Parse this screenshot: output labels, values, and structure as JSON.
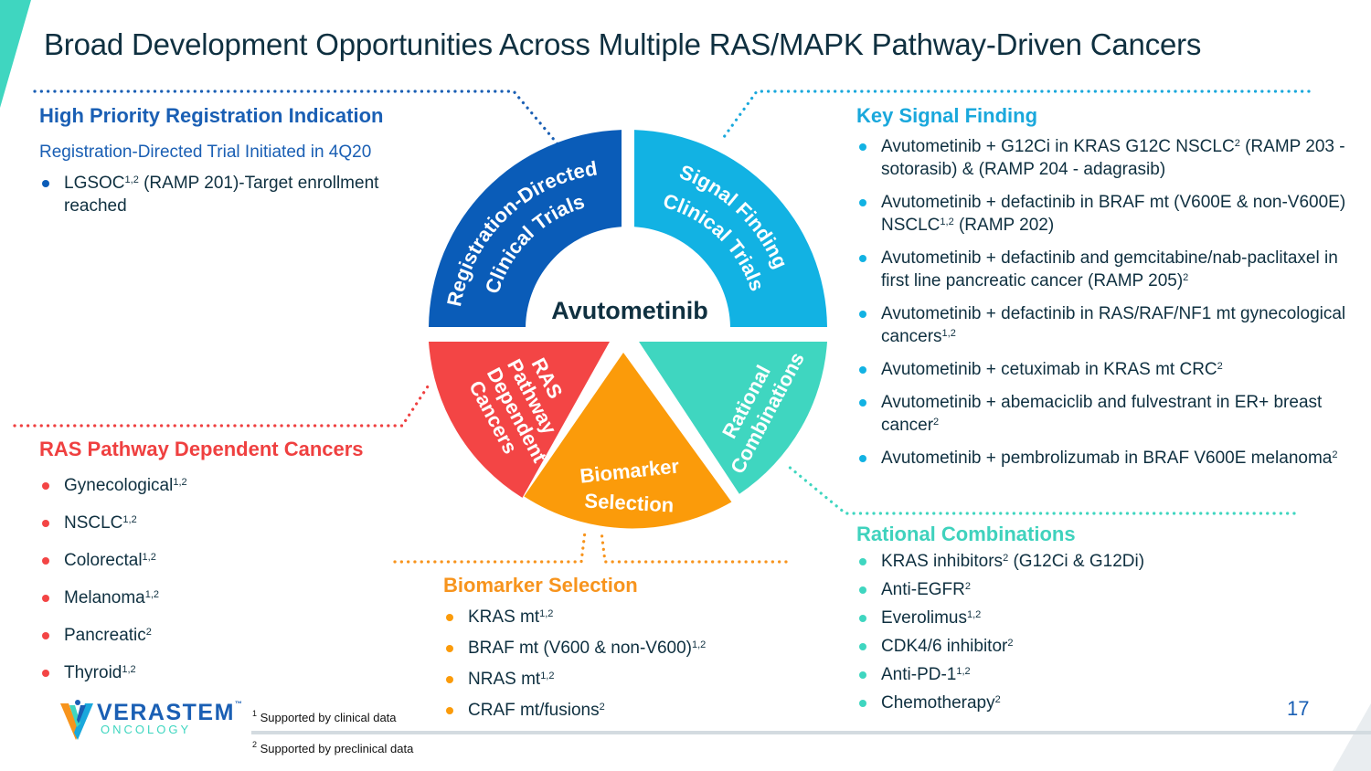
{
  "slide": {
    "title": "Broad Development Opportunities Across Multiple RAS/MAPK Pathway-Driven Cancers",
    "page_number": "17",
    "colors": {
      "registration": "#0a5cb8",
      "signal": "#12b2e3",
      "ras": "#f34545",
      "biomarker": "#fb9b0a",
      "rational": "#3fd6c0",
      "title_text": "#0f3040",
      "accent_teal": "#3fd6c0"
    }
  },
  "wheel": {
    "center_label": "Avutometinib",
    "segments": [
      {
        "id": "registration",
        "lines": [
          "Registration-Directed",
          "Clinical Trials"
        ]
      },
      {
        "id": "signal",
        "lines": [
          "Signal Finding",
          "Clinical Trials"
        ]
      },
      {
        "id": "ras",
        "lines": [
          "RAS",
          "Pathway",
          "Dependent",
          "Cancers"
        ]
      },
      {
        "id": "biomarker",
        "lines": [
          "Biomarker",
          "Selection"
        ]
      },
      {
        "id": "rational",
        "lines": [
          "Rational",
          "Combinations"
        ]
      }
    ]
  },
  "high_priority": {
    "heading": "High Priority Registration Indication",
    "subheading": "Registration-Directed Trial Initiated in 4Q20",
    "items": [
      {
        "text": "LGSOC",
        "sup": "1,2",
        "rest": " (RAMP 201)-Target enrollment reached"
      }
    ]
  },
  "key_signal": {
    "heading": "Key Signal Finding",
    "items": [
      {
        "text": "Avutometinib + G12Ci in KRAS G12C NSCLC",
        "sup": "2",
        "rest": " (RAMP 203 - sotorasib) & (RAMP 204 - adagrasib)"
      },
      {
        "text": "Avutometinib + defactinib in BRAF mt (V600E & non-V600E) NSCLC",
        "sup": "1,2",
        "rest": " (RAMP 202)"
      },
      {
        "text": "Avutometinib + defactinib and gemcitabine/nab-paclitaxel in first line pancreatic cancer (RAMP 205)",
        "sup": "2",
        "rest": ""
      },
      {
        "text": "Avutometinib + defactinib in RAS/RAF/NF1 mt gynecological cancers",
        "sup": "1,2",
        "rest": ""
      },
      {
        "text": "Avutometinib + cetuximab in KRAS mt CRC",
        "sup": "2",
        "rest": ""
      },
      {
        "text": "Avutometinib + abemaciclib and fulvestrant in ER+ breast cancer",
        "sup": "2",
        "rest": ""
      },
      {
        "text": "Avutometinib + pembrolizumab in BRAF V600E melanoma",
        "sup": "2",
        "rest": ""
      }
    ]
  },
  "ras_pathway": {
    "heading": "RAS Pathway Dependent Cancers",
    "items": [
      {
        "text": "Gynecological",
        "sup": "1,2",
        "rest": ""
      },
      {
        "text": "NSCLC",
        "sup": "1,2",
        "rest": ""
      },
      {
        "text": "Colorectal",
        "sup": "1,2",
        "rest": ""
      },
      {
        "text": "Melanoma",
        "sup": "1,2",
        "rest": ""
      },
      {
        "text": "Pancreatic",
        "sup": "2",
        "rest": ""
      },
      {
        "text": "Thyroid",
        "sup": "1,2",
        "rest": ""
      }
    ]
  },
  "biomarker": {
    "heading": "Biomarker Selection",
    "items": [
      {
        "text": "KRAS mt",
        "sup": "1,2",
        "rest": ""
      },
      {
        "text": "BRAF mt (V600 & non-V600)",
        "sup": "1,2",
        "rest": ""
      },
      {
        "text": "NRAS mt",
        "sup": "1,2",
        "rest": ""
      },
      {
        "text": "CRAF mt/fusions",
        "sup": "2",
        "rest": ""
      }
    ]
  },
  "rational": {
    "heading": "Rational Combinations",
    "items": [
      {
        "text": "KRAS inhibitors",
        "sup": "2",
        "rest": " (G12Ci & G12Di)"
      },
      {
        "text": "Anti-EGFR",
        "sup": "2",
        "rest": ""
      },
      {
        "text": "Everolimus",
        "sup": "1,2",
        "rest": ""
      },
      {
        "text": "CDK4/6 inhibitor",
        "sup": "2",
        "rest": ""
      },
      {
        "text": "Anti-PD-1",
        "sup": "1,2",
        "rest": ""
      },
      {
        "text": "Chemotherapy",
        "sup": "2",
        "rest": ""
      }
    ]
  },
  "footnotes": {
    "one": {
      "mark": "1",
      "text": "Supported by clinical data"
    },
    "two": {
      "mark": "2",
      "text": "Supported by preclinical data"
    }
  },
  "logo": {
    "name": "VERASTEM",
    "sub": "ONCOLOGY",
    "tm": "™"
  }
}
